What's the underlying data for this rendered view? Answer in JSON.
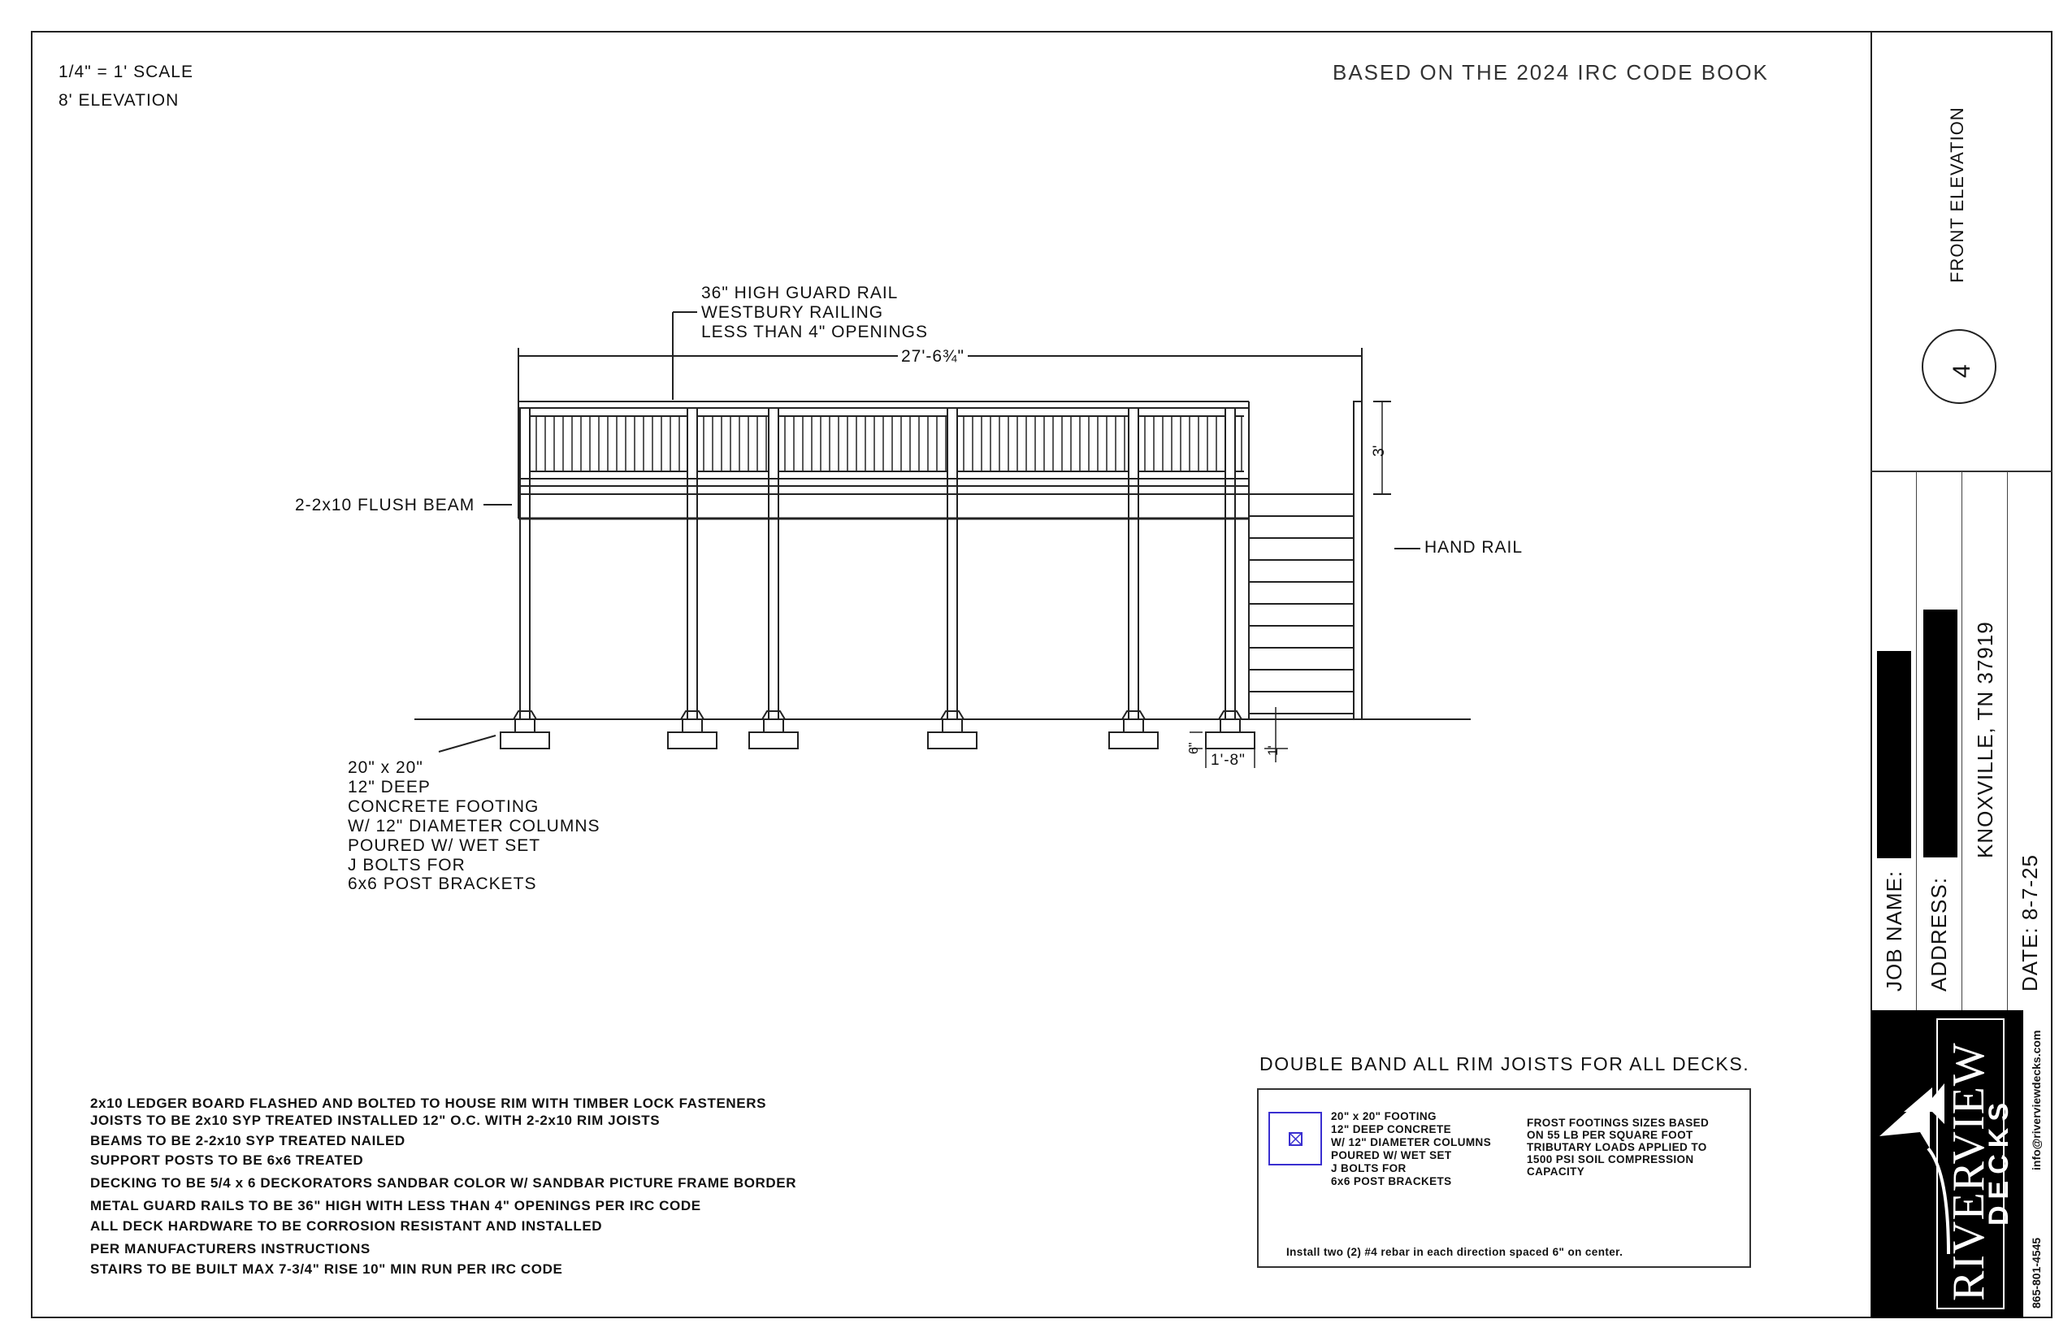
{
  "header": {
    "scale": "1/4\" = 1' SCALE",
    "elevation": "8' ELEVATION",
    "code_reference": "BASED ON THE 2024 IRC CODE BOOK"
  },
  "drawing": {
    "guard_rail_note": [
      "36\" HIGH GUARD RAIL",
      "WESTBURY RAILING",
      "LESS THAN 4\" OPENINGS"
    ],
    "overall_width": "27'-6¾\"",
    "flush_beam": "2-2x10 FLUSH BEAM",
    "hand_rail": "HAND RAIL",
    "rail_height": "3'",
    "footing_depth": "1'",
    "footing_thickness": "6\"",
    "footing_width": "1'-8\"",
    "footing_note": [
      "20\" x 20\"",
      "12\" DEEP",
      "CONCRETE FOOTING",
      "W/ 12\" DIAMETER COLUMNS",
      "POURED W/ WET SET",
      "J BOLTS FOR",
      "6x6 POST BRACKETS"
    ]
  },
  "notes": [
    "2x10 LEDGER BOARD FLASHED AND BOLTED TO HOUSE RIM WITH TIMBER LOCK FASTENERS",
    "JOISTS TO BE 2x10 SYP TREATED INSTALLED 12\" O.C. WITH 2-2x10 RIM JOISTS",
    "BEAMS TO BE 2-2x10 SYP TREATED NAILED",
    "SUPPORT POSTS TO BE 6x6 TREATED",
    "DECKING TO BE 5/4 x 6 DECKORATORS SANDBAR COLOR W/ SANDBAR PICTURE FRAME BORDER",
    "METAL GUARD RAILS TO BE 36\" HIGH WITH LESS THAN 4\" OPENINGS PER IRC CODE",
    "ALL DECK HARDWARE TO BE CORROSION RESISTANT AND INSTALLED",
    "PER MANUFACTURERS INSTRUCTIONS",
    "STAIRS TO BE BUILT MAX 7-3/4\" RISE 10\" MIN RUN PER IRC CODE"
  ],
  "legend": {
    "heading": "DOUBLE BAND ALL RIM JOISTS FOR ALL DECKS.",
    "footing_text": [
      "20\" x 20\" FOOTING",
      "12\" DEEP CONCRETE",
      "W/ 12\" DIAMETER COLUMNS",
      "POURED W/ WET SET",
      "J BOLTS FOR",
      "6x6 POST BRACKETS"
    ],
    "frost_text": [
      "FROST FOOTINGS SIZES BASED",
      "ON 55 LB PER SQUARE FOOT",
      "TRIBUTARY LOADS APPLIED TO",
      "1500 PSI SOIL COMPRESSION",
      "CAPACITY"
    ],
    "rebar_note": "Install two (2) #4 rebar in each direction spaced 6\" on center.",
    "symbol_color": "#3a2fd0"
  },
  "title_block": {
    "sheet_title": "FRONT ELEVATION",
    "sheet_number": "4",
    "job_name_label": "JOB NAME:",
    "address_label": "ADDRESS:",
    "city": "KNOXVILLE, TN 37919",
    "date": "DATE: 8-7-25",
    "company_logo": "RIVERVIEW DECKS",
    "phone": "865-801-4545",
    "email": "info@riverviewdecks.com"
  }
}
